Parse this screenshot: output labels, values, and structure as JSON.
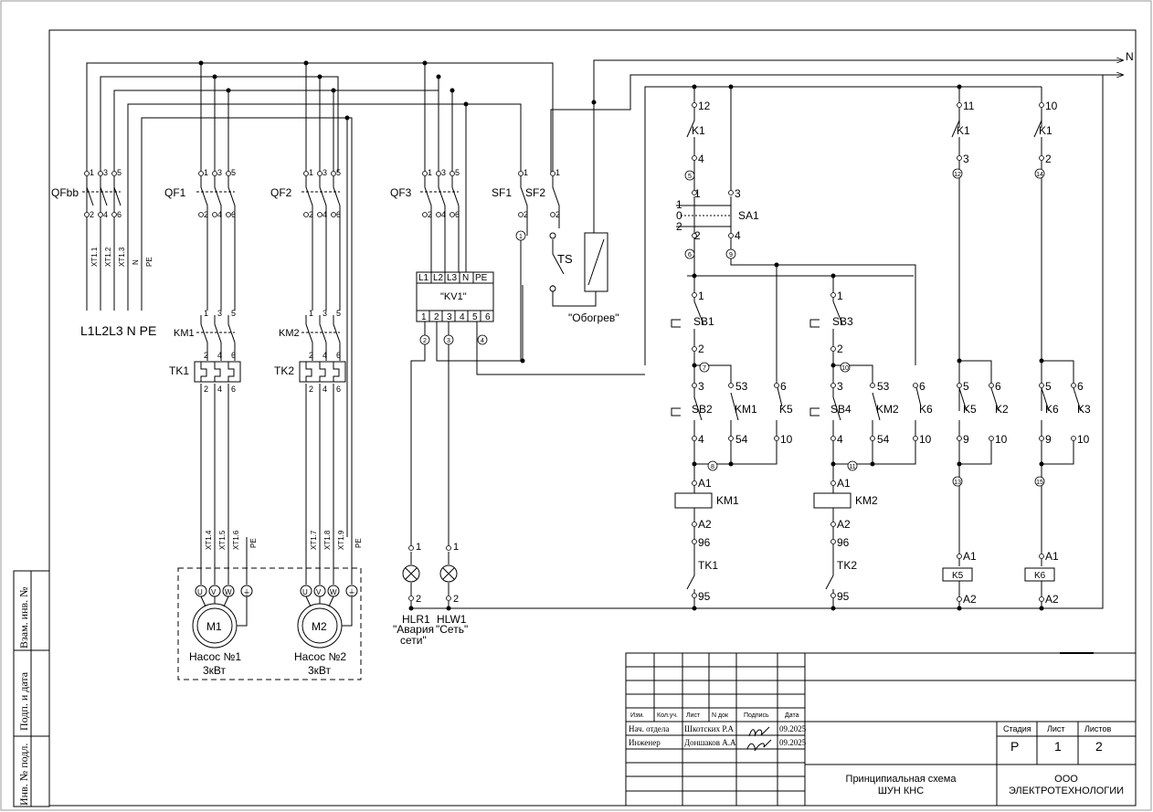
{
  "supply": {
    "n_label": "N",
    "bus_labels": "L1L2L3 N  PE"
  },
  "breakers": {
    "qfbb": "QFbb",
    "qf1": "QF1",
    "qf2": "QF2",
    "qf3": "QF3",
    "sf1": "SF1",
    "sf2": "SF2"
  },
  "pins": {
    "p1": "1",
    "p2": "2",
    "p3": "3",
    "p4": "4",
    "p5": "5",
    "p6": "6"
  },
  "terminals": {
    "xt1_1": "XT1.1",
    "xt1_2": "XT1.2",
    "xt1_3": "XT1.3",
    "n": "N",
    "pe": "PE",
    "xt1_4": "XT1.4",
    "xt1_5": "XT1.5",
    "xt1_6": "XT1.6",
    "xt1_7": "XT1.7",
    "xt1_8": "XT1.8",
    "xt1_9": "XT1.9"
  },
  "contactors": {
    "km1": "KM1",
    "km2": "KM2",
    "tk1": "TK1",
    "tk2": "TK2"
  },
  "motors": {
    "m1": "M1",
    "m2": "M2",
    "m1_name": "Насос №1",
    "m1_power": "3кВт",
    "m2_name": "Насос №2",
    "m2_power": "3кВт",
    "u": "U",
    "v": "V",
    "w": "W",
    "gnd": "⏚"
  },
  "kv1": {
    "label": "\"KV1\"",
    "top_pins": [
      "L1",
      "L2",
      "L3",
      "N",
      "PE"
    ],
    "bottom_pins": [
      "1",
      "2",
      "3",
      "4",
      "5",
      "6"
    ]
  },
  "heater": {
    "ts": "TS",
    "label": "\"Обогрев\""
  },
  "lamps": {
    "hlr1": "HLR1",
    "hlw1": "HLW1",
    "hlr1_desc_1": "\"Авария",
    "hlr1_desc_2": "сети\"",
    "hlw1_desc": "\"Сеть\""
  },
  "wire_numbers": {
    "w1": "1",
    "w2": "2",
    "w3": "3",
    "w4": "4",
    "w5": "5",
    "w6": "6",
    "w7": "7",
    "w8": "8",
    "w9": "9",
    "w10": "10",
    "w11": "11",
    "w12": "12",
    "w13": "13",
    "w14": "14",
    "w15": "15"
  },
  "control": {
    "k1": "K1",
    "sa1": "SA1",
    "sa1_pos_1": "1",
    "sa1_pos_0": "0",
    "sa1_pos_2": "2",
    "sb1": "SB1",
    "sb2": "SB2",
    "sb3": "SB3",
    "sb4": "SB4",
    "km1": "KM1",
    "km2": "KM2",
    "k5": "K5",
    "k6": "K6",
    "k2": "K2",
    "k3": "K3",
    "tk1": "TK1",
    "tk2": "TK2",
    "a1": "A1",
    "a2": "A2",
    "n12": "12",
    "n11": "11",
    "n10": "10",
    "n4": "4",
    "n3": "3",
    "n2": "2",
    "n1": "1",
    "n53": "53",
    "n54": "54",
    "n6": "6",
    "n5": "5",
    "n9": "9",
    "n96": "96",
    "n95": "95"
  },
  "side_stamp": {
    "vzam": "Взам. инв. №",
    "podp": "Подп. и дата",
    "inv": "Инв. № подл."
  },
  "title_block": {
    "col_izm": "Изм.",
    "col_kol": "Кол.уч.",
    "col_list": "Лист",
    "col_ndok": "N док",
    "col_podpis": "Подпись",
    "col_data": "Дата",
    "row1_role": "Нач. отдела",
    "row1_name": "Шкотских Р.А",
    "row1_date": "09.2025",
    "row2_role": "Инженер",
    "row2_name": "Доншаков А.А",
    "row2_date": "09.2025",
    "stadia_label": "Стадия",
    "list_label": "Лист",
    "listov_label": "Листов",
    "stadia": "Р",
    "list": "1",
    "listov": "2",
    "title_line1": "Принципиальная схема",
    "title_line2": "ШУН КНС",
    "org_line1": "ООО",
    "org_line2": "ЭЛЕКТРОТЕХНОЛОГИИ"
  }
}
